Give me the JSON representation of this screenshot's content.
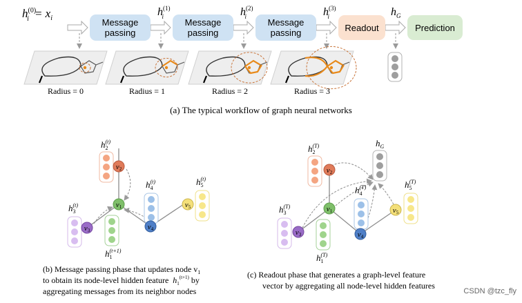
{
  "pipeline": {
    "input_label": "h",
    "input_superscript": "(0)",
    "input_subscript": "i",
    "input_equals": "= x",
    "input_equals_subscript": "i",
    "hidden_labels": [
      {
        "base": "h",
        "sup": "(1)",
        "sub": "i"
      },
      {
        "base": "h",
        "sup": "(2)",
        "sub": "i"
      },
      {
        "base": "h",
        "sup": "(3)",
        "sub": "i"
      }
    ],
    "graph_label": {
      "base": "h",
      "sub": "G"
    },
    "message_passing_line1": "Message",
    "message_passing_line2": "passing",
    "readout": "Readout",
    "prediction": "Prediction",
    "radius_labels": [
      "Radius = 0",
      "Radius = 1",
      "Radius = 2",
      "Radius = 3"
    ],
    "caption": "(a) The typical workflow of graph neural networks"
  },
  "panel_b": {
    "node_labels": [
      "v",
      "v",
      "v",
      "v",
      "v"
    ],
    "node_subscripts": [
      "1",
      "2",
      "3",
      "4",
      "5"
    ],
    "feature_labels": [
      {
        "base": "h",
        "sub": "2",
        "sup": "(t)"
      },
      {
        "base": "h",
        "sub": "4",
        "sup": "(t)"
      },
      {
        "base": "h",
        "sub": "5",
        "sup": "(t)"
      },
      {
        "base": "h",
        "sub": "3",
        "sup": "(t)"
      },
      {
        "base": "h",
        "sub": "1",
        "sup": "(t+1)"
      }
    ],
    "caption_line1": "(b) Message passing phase that updates node v",
    "caption_line1_sub": "1",
    "caption_line2": "to obtain its node-level hidden feature",
    "caption_line2_math": "h",
    "caption_line2_math_sub": "1",
    "caption_line2_math_sup": "(t+1)",
    "caption_line2_tail": "by",
    "caption_line3": "aggregating messages from its neighbor nodes"
  },
  "panel_c": {
    "node_labels": [
      "v",
      "v",
      "v",
      "v",
      "v"
    ],
    "node_subscripts": [
      "1",
      "2",
      "3",
      "4",
      "5"
    ],
    "feature_labels": [
      {
        "base": "h",
        "sub": "2",
        "sup": "(T)"
      },
      {
        "base": "h",
        "sub": "4",
        "sup": "(T)"
      },
      {
        "base": "h",
        "sub": "5",
        "sup": "(T)"
      },
      {
        "base": "h",
        "sub": "3",
        "sup": "(T)"
      },
      {
        "base": "h",
        "sub": "1",
        "sup": "(T)"
      }
    ],
    "graph_label": {
      "base": "h",
      "sub": "G"
    },
    "caption_line1": "(c) Readout phase that generates a graph-level feature",
    "caption_line2": "vector by aggregating all node-level hidden features"
  },
  "watermark": "CSDN @tzc_fly",
  "colors": {
    "message_box": "#cfe2f3",
    "readout_box": "#fbe1cf",
    "prediction_box": "#d9ecd2",
    "edge": "#8c8c8c",
    "v1": "#7fbf6a",
    "v2": "#e07b5a",
    "v3": "#9a6cc7",
    "v4": "#4f7fc7",
    "v5": "#f4e07a",
    "highlight": "#e88a1a"
  }
}
